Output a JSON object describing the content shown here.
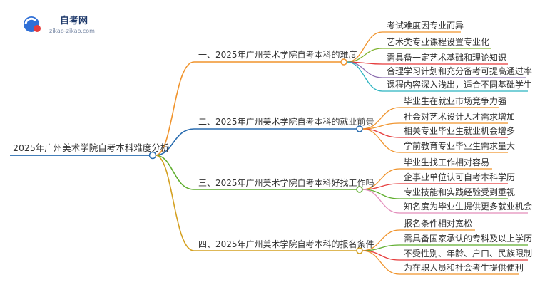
{
  "logo": {
    "name": "自考网",
    "url": "zikao-zikao.com"
  },
  "root": {
    "label": "2025年广州美术学院自考本科难度分析"
  },
  "branches": [
    {
      "label": "一、2025年广州美术学院自考本科的难度",
      "color": "#f0932b",
      "leaves": [
        {
          "text": "考试难度因专业而异",
          "color": "#f0932b"
        },
        {
          "text": "艺术类专业课程设置专业化",
          "color": "#7fb32d"
        },
        {
          "text": "需具备一定艺术基础和理论知识",
          "color": "#e63b3b"
        },
        {
          "text": "合理学习计划和充分备考可提高通过率",
          "color": "#8e6fb0"
        },
        {
          "text": "课程内容深入浅出，适合不同基础学生",
          "color": "#2bb3c0"
        }
      ]
    },
    {
      "label": "二、2025年广州美术学院自考本科的就业前景",
      "color": "#2a6db0",
      "leaves": [
        {
          "text": "毕业生在就业市场竞争力强",
          "color": "#f0932b"
        },
        {
          "text": "社会对艺术设计人才需求增加",
          "color": "#f0932b"
        },
        {
          "text": "相关专业毕业生就业机会增多",
          "color": "#e63b3b"
        },
        {
          "text": "学前教育专业毕业生需求量大",
          "color": "#f0932b"
        }
      ]
    },
    {
      "label": "三、2025年广州美术学院自考本科好找工作吗",
      "color": "#5fae2e",
      "leaves": [
        {
          "text": "毕业生找工作相对容易",
          "color": "#f0932b"
        },
        {
          "text": "企事业单位认可自考本科学历",
          "color": "#e63b3b"
        },
        {
          "text": "专业技能和实践经验受到重视",
          "color": "#5fae2e"
        },
        {
          "text": "知名度为毕业生提供更多就业机会",
          "color": "#e38dbb"
        }
      ]
    },
    {
      "label": "四、2025年广州美术学院自考本科的报名条件",
      "color": "#d4a020",
      "leaves": [
        {
          "text": "报名条件相对宽松",
          "color": "#f0932b"
        },
        {
          "text": "需具备国家承认的专科及以上学历",
          "color": "#5fae2e"
        },
        {
          "text": "不受性别、年龄、户口、民族限制",
          "color": "#e63b3b"
        },
        {
          "text": "为在职人员和社会考生提供便利",
          "color": "#f0932b"
        }
      ]
    }
  ]
}
